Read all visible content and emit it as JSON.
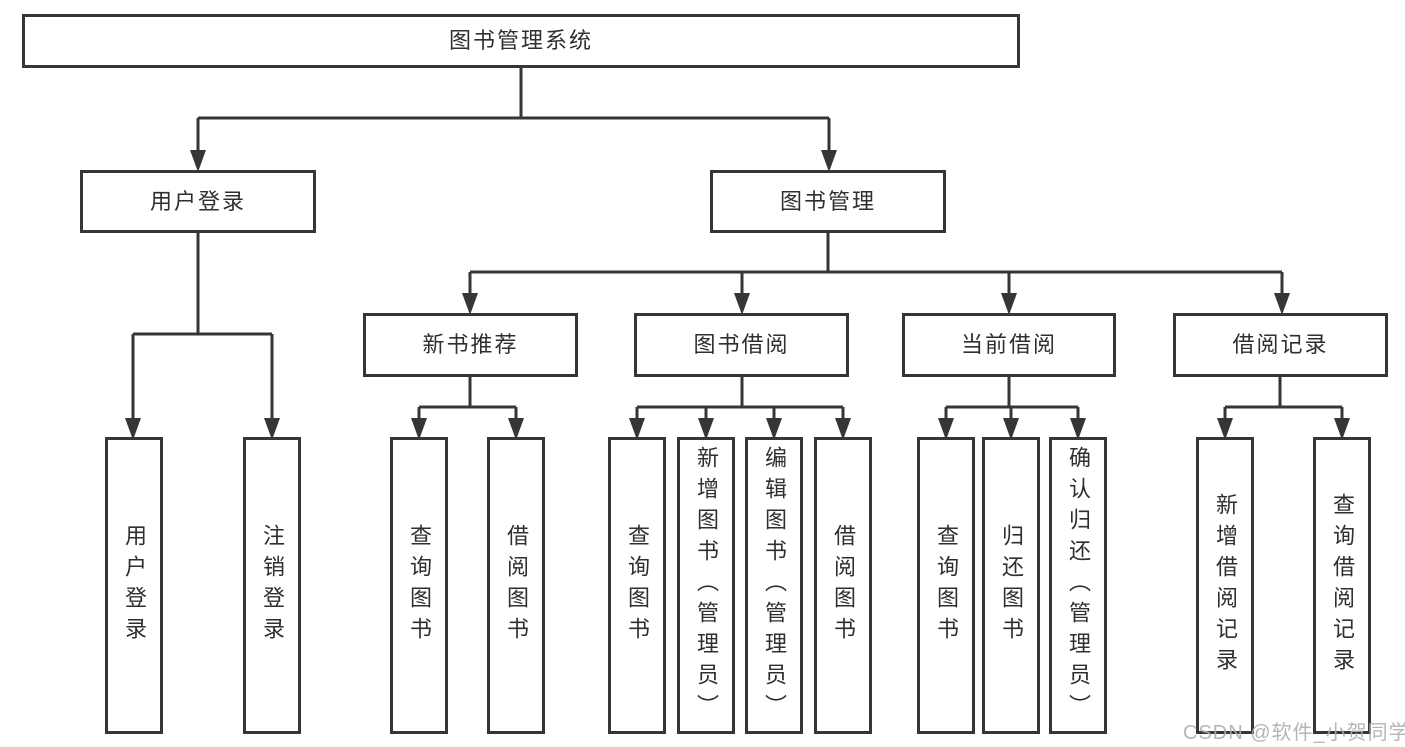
{
  "tree": {
    "root": {
      "label": "图书管理系统"
    },
    "branches": [
      {
        "label": "用户登录",
        "leaves": [
          {
            "label": "用户登录"
          },
          {
            "label": "注销登录"
          }
        ]
      },
      {
        "label": "图书管理",
        "groups": [
          {
            "label": "新书推荐",
            "leaves": [
              {
                "label": "查询图书"
              },
              {
                "label": "借阅图书"
              }
            ]
          },
          {
            "label": "图书借阅",
            "leaves": [
              {
                "label": "查询图书"
              },
              {
                "label": "新增图书（管理员）"
              },
              {
                "label": "编辑图书（管理员）"
              },
              {
                "label": "借阅图书"
              }
            ]
          },
          {
            "label": "当前借阅",
            "leaves": [
              {
                "label": "查询图书"
              },
              {
                "label": "归还图书"
              },
              {
                "label": "确认归还（管理员）"
              }
            ]
          },
          {
            "label": "借阅记录",
            "leaves": [
              {
                "label": "新增借阅记录"
              },
              {
                "label": "查询借阅记录"
              }
            ]
          }
        ]
      }
    ]
  },
  "watermark": {
    "text": "CSDN @软件_小贺同学"
  },
  "colors": {
    "line": "#363636",
    "text": "#2f2f2f",
    "watermark": "#aeaeae",
    "background": "#ffffff"
  }
}
